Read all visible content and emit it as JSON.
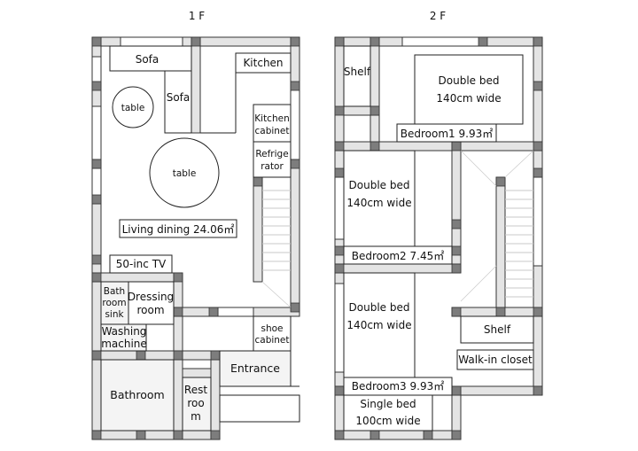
{
  "floors": {
    "first": "1 F",
    "second": "2 F"
  },
  "first_floor": {
    "sofa_top": "Sofa",
    "sofa_side": "Sofa",
    "kitchen": "Kitchen",
    "table_small": "table",
    "table_large": "table",
    "kitchen_cabinet": [
      "Kitchen",
      "cabinet"
    ],
    "refrigerator": [
      "Refrige",
      "rator"
    ],
    "living_dining": "Living dining 24.06㎡",
    "tv": "50-inc TV",
    "bathroom_sink": [
      "Bath",
      "room",
      "sink"
    ],
    "dressing_room": [
      "Dressing",
      "room"
    ],
    "washing_machine": [
      "Washing",
      "machine"
    ],
    "shoe_cabinet": [
      "shoe",
      "cabinet"
    ],
    "entrance": "Entrance",
    "bathroom": "Bathroom",
    "restroom": [
      "Rest",
      "roo",
      "m"
    ]
  },
  "second_floor": {
    "shelf_top": "Shelf",
    "bed1": [
      "Double bed",
      "140cm wide"
    ],
    "bedroom1": "Bedroom1 9.93㎡",
    "bed2": [
      "Double bed",
      "140cm wide"
    ],
    "bedroom2": "Bedroom2  7.45㎡",
    "bed3": [
      "Double bed",
      "140cm wide"
    ],
    "shelf_closet": "Shelf",
    "walk_in_closet": "Walk-in closet",
    "bedroom3": "Bedroom3 9.93㎡",
    "single_bed": [
      "Single bed",
      "100cm wide"
    ]
  }
}
